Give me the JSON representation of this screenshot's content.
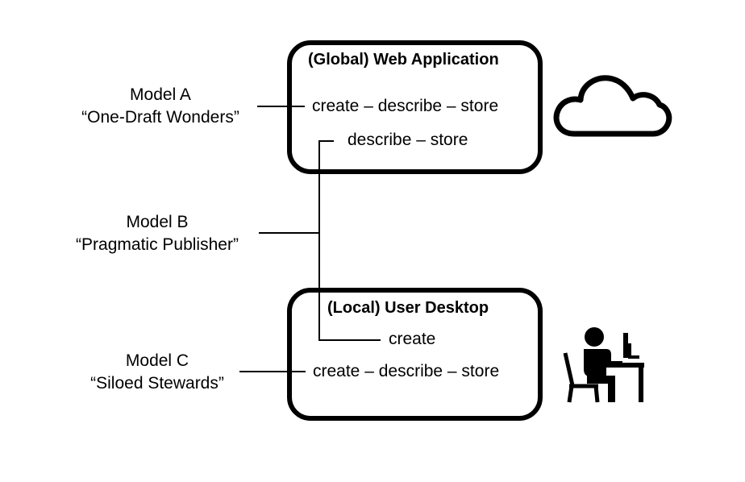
{
  "models": [
    {
      "name": "Model A",
      "nickname": "“One-Draft Wonders”"
    },
    {
      "name": "Model B",
      "nickname": "“Pragmatic Publisher”"
    },
    {
      "name": "Model C",
      "nickname": "“Siloed Stewards”"
    }
  ],
  "web_app": {
    "title": "(Global) Web Application",
    "flow_a": "create – describe – store",
    "flow_b": "describe – store"
  },
  "desktop": {
    "title": "(Local) User Desktop",
    "flow_b": "create",
    "flow_c": "create – describe – store"
  },
  "icons": [
    "cloud-icon",
    "person-at-desk-icon"
  ]
}
